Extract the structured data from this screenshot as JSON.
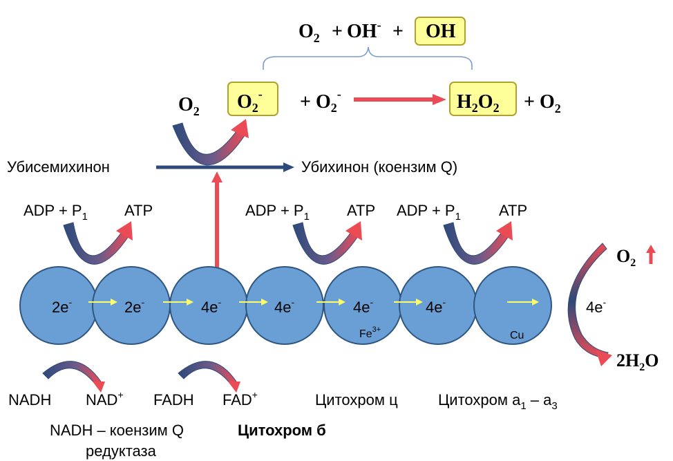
{
  "colors": {
    "circle_fill": "#6a9fd6",
    "circle_stroke": "#2f5680",
    "electron_arrow": "#ffff66",
    "red_arrow": "#ea4b55",
    "navy": "#2d4a7a",
    "box_fill": "#ffff99",
    "box_stroke": "#b0a030",
    "bracket": "#7a9ccc",
    "text": "#000000"
  },
  "top": {
    "o2": "O",
    "o2_sub": "2",
    "plus1": "+",
    "oh": "OH",
    "oh_sup": "-",
    "plus2": "+",
    "oh_radical": "OH"
  },
  "middle": {
    "o2_left": "O",
    "o2_left_sub": "2",
    "superoxide": "O",
    "superoxide_sub": "2",
    "superoxide_sup": "-",
    "plus_o2_superoxide": "+ O",
    "plus_o2_superoxide_sub": "2",
    "plus_o2_superoxide_sup": "-",
    "h2o2_h": "H",
    "h2o2_sub1": "2",
    "h2o2_o": "O",
    "h2o2_sub2": "2",
    "plus_o2_right": "+ O",
    "plus_o2_right_sub": "2"
  },
  "ubiquinone": {
    "left_label": "Убисемихинон",
    "right_label": "Убихинон (коензим Q)"
  },
  "atp_groups": [
    {
      "adp": "ADP + P",
      "adp_sub": "1",
      "atp": "ATP"
    },
    {
      "adp": "ADP + P",
      "adp_sub": "1",
      "atp": "ATP"
    },
    {
      "adp": "ADP + P",
      "adp_sub": "1",
      "atp": "ATP"
    }
  ],
  "chain": [
    {
      "label": "2e",
      "sup": "-",
      "metal": "",
      "metal_sup": ""
    },
    {
      "label": "2e",
      "sup": "-",
      "metal": "",
      "metal_sup": ""
    },
    {
      "label": "4e",
      "sup": "-",
      "metal": "",
      "metal_sup": ""
    },
    {
      "label": "4e",
      "sup": "-",
      "metal": "",
      "metal_sup": ""
    },
    {
      "label": "4e",
      "sup": "-",
      "metal": "Fe",
      "metal_sup": "3+"
    },
    {
      "label": "4e",
      "sup": "-",
      "metal": "",
      "metal_sup": ""
    },
    {
      "label": "",
      "sup": "",
      "metal": "Cu",
      "metal_sup": ""
    }
  ],
  "final": {
    "electrons": "4e",
    "electrons_sup": "-",
    "o2": "O",
    "o2_sub": "2",
    "water_pre": "2H",
    "water_sub": "2",
    "water_post": "O"
  },
  "bottom": {
    "nadh": "NADH",
    "nad": "NAD",
    "nad_sup": "+",
    "fadh": "FADH",
    "fad": "FAD",
    "fad_sup": "+",
    "cyt_c": "Цитохром ц",
    "cyt_a_pre": "Цитохром a",
    "cyt_a_sub1": "1",
    "cyt_a_mid": " – a",
    "cyt_a_sub2": "3",
    "nadh_reductase_line1": "NADH – коензим Q",
    "nadh_reductase_line2": "редуктаза",
    "cyt_b": "Цитохром б"
  }
}
